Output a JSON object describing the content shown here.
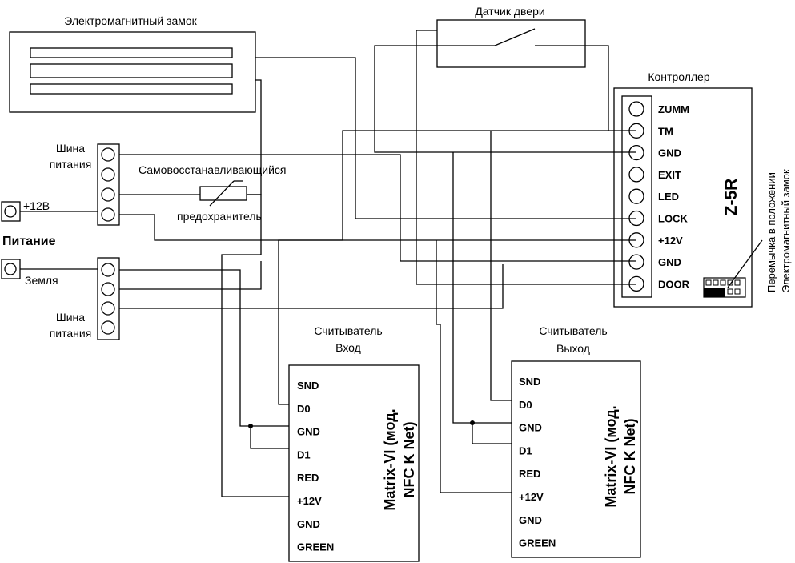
{
  "diagram": {
    "lock": {
      "title": "Электромагнитный замок"
    },
    "door_sensor": {
      "title": "Датчик двери"
    },
    "controller": {
      "title": "Контроллер",
      "model": "Z-5R",
      "pins": [
        "ZUMM",
        "TM",
        "GND",
        "EXIT",
        "LED",
        "LOCK",
        "+12V",
        "GND",
        "DOOR"
      ],
      "jumper_note_line1": "Перемычка в положении",
      "jumper_note_line2": "Электромагнитный замок"
    },
    "bus_top": {
      "label_line1": "Шина",
      "label_line2": "питания"
    },
    "bus_bottom": {
      "label_line1": "Шина",
      "label_line2": "питания"
    },
    "power": {
      "title": "Питание",
      "plus_label": "+12В",
      "ground_label": "Земля"
    },
    "fuse": {
      "label_line1": "Самовосстанавливающийся",
      "label_line2": "предохранитель"
    },
    "reader_in": {
      "title_line1": "Считыватель",
      "title_line2": "Вход",
      "model_line1": "Matrix-VI (мод.",
      "model_line2": "NFC K Net)",
      "pins": [
        "SND",
        "D0",
        "GND",
        "D1",
        "RED",
        "+12V",
        "GND",
        "GREEN"
      ]
    },
    "reader_out": {
      "title_line1": "Считыватель",
      "title_line2": "Выход",
      "model_line1": "Matrix-VI (мод.",
      "model_line2": "NFC K Net)",
      "pins": [
        "SND",
        "D0",
        "GND",
        "D1",
        "RED",
        "+12V",
        "GND",
        "GREEN"
      ]
    }
  }
}
